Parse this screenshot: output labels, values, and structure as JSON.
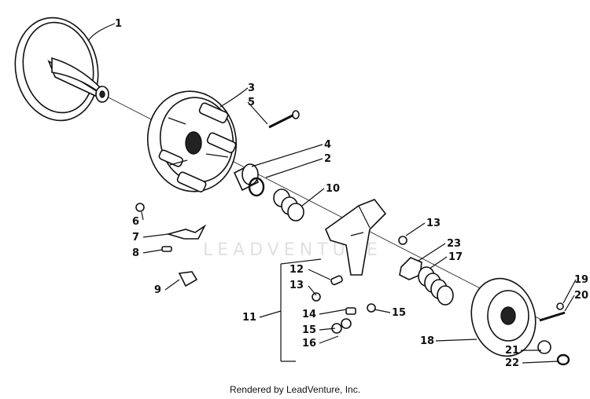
{
  "credit": "Rendered by LeadVenture, Inc.",
  "watermark": "LEADVENTURE",
  "callouts": [
    {
      "id": "c1",
      "text": "1"
    },
    {
      "id": "c3",
      "text": "3"
    },
    {
      "id": "c5",
      "text": "5"
    },
    {
      "id": "c4",
      "text": "4"
    },
    {
      "id": "c2",
      "text": "2"
    },
    {
      "id": "c10",
      "text": "10"
    },
    {
      "id": "c6",
      "text": "6"
    },
    {
      "id": "c7",
      "text": "7"
    },
    {
      "id": "c8",
      "text": "8"
    },
    {
      "id": "c9",
      "text": "9"
    },
    {
      "id": "c13a",
      "text": "13"
    },
    {
      "id": "c23",
      "text": "23"
    },
    {
      "id": "c17",
      "text": "17"
    },
    {
      "id": "c12",
      "text": "12"
    },
    {
      "id": "c13b",
      "text": "13"
    },
    {
      "id": "c11",
      "text": "11"
    },
    {
      "id": "c14",
      "text": "14"
    },
    {
      "id": "c15a",
      "text": "15"
    },
    {
      "id": "c15b",
      "text": "15"
    },
    {
      "id": "c16",
      "text": "16"
    },
    {
      "id": "c19",
      "text": "19"
    },
    {
      "id": "c20",
      "text": "20"
    },
    {
      "id": "c18",
      "text": "18"
    },
    {
      "id": "c21",
      "text": "21"
    },
    {
      "id": "c22",
      "text": "22"
    }
  ]
}
